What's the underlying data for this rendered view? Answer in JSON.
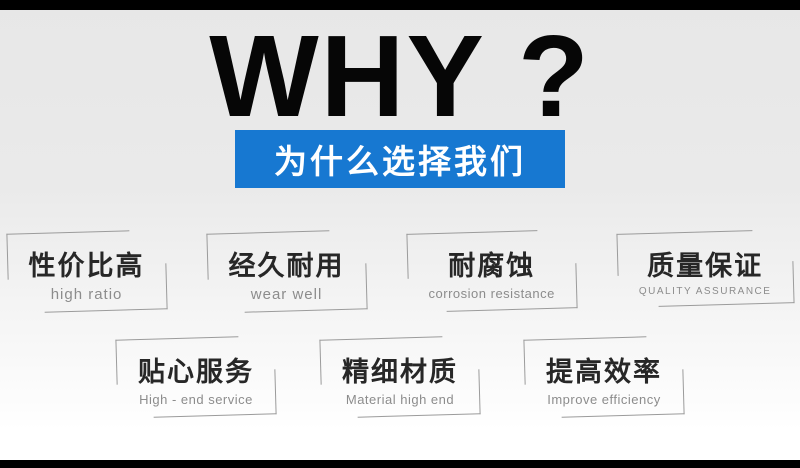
{
  "page": {
    "title_en": "WHY ?",
    "title_zh": "为什么选择我们"
  },
  "colors": {
    "accent_blue": "#1778d1",
    "bar_black": "#000000",
    "background_gray": "#e7e7e7",
    "text_black": "#060606",
    "feature_text": "#272727",
    "feature_subtext": "#8c8c8c"
  },
  "features": [
    {
      "title": "性价比高",
      "subtitle": "high ratio"
    },
    {
      "title": "经久耐用",
      "subtitle": "wear well"
    },
    {
      "title": "耐腐蚀",
      "subtitle": "corrosion resistance"
    },
    {
      "title": "质量保证",
      "subtitle": "QUALITY ASSURANCE"
    },
    {
      "title": "贴心服务",
      "subtitle": "High - end service"
    },
    {
      "title": "精细材质",
      "subtitle": "Material high end"
    },
    {
      "title": "提高效率",
      "subtitle": "Improve efficiency"
    }
  ]
}
